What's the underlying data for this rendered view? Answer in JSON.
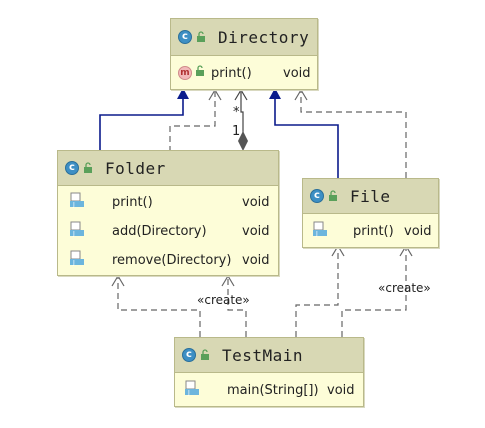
{
  "diagram": {
    "classes": {
      "directory": {
        "name": "Directory",
        "icon": "class-icon",
        "methods": [
          {
            "name": "print()",
            "type": "void",
            "icon": "method-icon"
          }
        ]
      },
      "folder": {
        "name": "Folder",
        "icon": "class-icon",
        "methods": [
          {
            "name": "print()",
            "type": "void",
            "icon": "java-file-icon"
          },
          {
            "name": "add(Directory)",
            "type": "void",
            "icon": "java-file-icon"
          },
          {
            "name": "remove(Directory)",
            "type": "void",
            "icon": "java-file-icon"
          }
        ]
      },
      "file": {
        "name": "File",
        "icon": "class-icon",
        "methods": [
          {
            "name": "print()",
            "type": "void",
            "icon": "java-file-icon"
          }
        ]
      },
      "testmain": {
        "name": "TestMain",
        "icon": "runnable-class-icon",
        "methods": [
          {
            "name": "main(String[])",
            "type": "void",
            "icon": "java-file-icon"
          }
        ]
      }
    },
    "labels": {
      "multiplicity_many": "*",
      "multiplicity_one": "1",
      "create_left": "«create»",
      "create_right": "«create»"
    },
    "colors": {
      "header": "#d8d8b4",
      "body": "#fdfdd8",
      "border": "#b9b98a",
      "inheritance": "#0b1c8c",
      "dependency": "#666666",
      "composition": "#555555"
    }
  }
}
